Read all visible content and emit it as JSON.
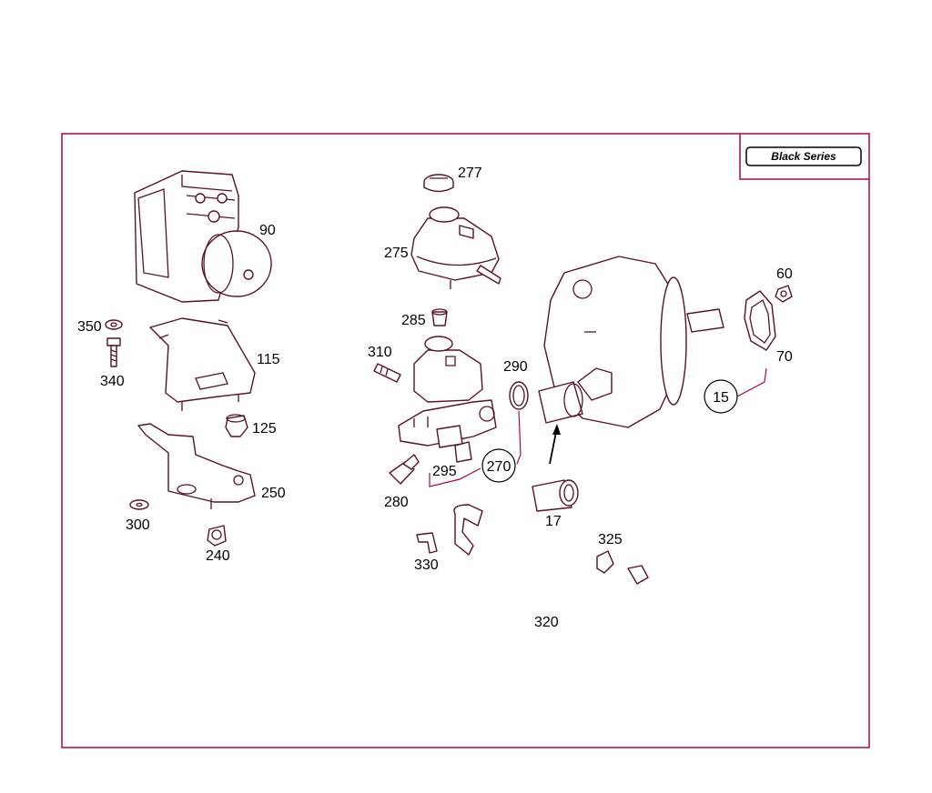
{
  "badge": "Black Series",
  "labels": {
    "l90": "90",
    "l350": "350",
    "l340": "340",
    "l115": "115",
    "l125": "125",
    "l250": "250",
    "l300": "300",
    "l240": "240",
    "l277": "277",
    "l275": "275",
    "l285": "285",
    "l310": "310",
    "l290": "290",
    "l295": "295",
    "l270": "270",
    "l280": "280",
    "l17": "17",
    "l330": "330",
    "l325": "325",
    "l320": "320",
    "l15": "15",
    "l60": "60",
    "l70": "70"
  },
  "colors": {
    "frame": "#b0063e",
    "outline": "#5a1025"
  }
}
